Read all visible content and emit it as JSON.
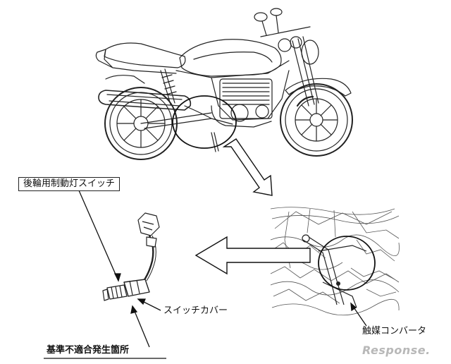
{
  "labels": {
    "switch_name": "後輪用制動灯スイッチ",
    "switch_cover": "スイッチカバー",
    "catalyst": "触媒コンバータ",
    "nonconformity": "基準不適合発生箇所"
  },
  "watermark": "Response."
}
